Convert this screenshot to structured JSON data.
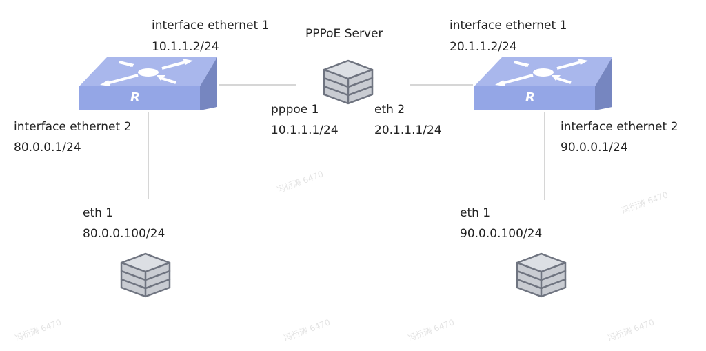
{
  "watermark": "冯衍涛 6470",
  "router_left": {
    "glyph": "R",
    "if1_name": "interface ethernet 1",
    "if1_ip": "10.1.1.2/24",
    "if2_name": "interface ethernet 2",
    "if2_ip": "80.0.0.1/24"
  },
  "router_right": {
    "glyph": "R",
    "if1_name": "interface ethernet 1",
    "if1_ip": "20.1.1.2/24",
    "if2_name": "interface ethernet 2",
    "if2_ip": "90.0.0.1/24"
  },
  "server": {
    "title": "PPPoE Server",
    "left_if_name": "pppoe 1",
    "left_if_ip": "10.1.1.1/24",
    "right_if_name": "eth 2",
    "right_if_ip": "20.1.1.1/24"
  },
  "host_left": {
    "if_name": "eth 1",
    "if_ip": "80.0.0.100/24"
  },
  "host_right": {
    "if_name": "eth 1",
    "if_ip": "90.0.0.100/24"
  },
  "colors": {
    "router_top": "#a9b7ec",
    "router_front": "#94a6e6",
    "router_side": "#7686c0",
    "server_fill": "#d3d6dc",
    "server_stroke": "#6f7480",
    "link": "#c8c8c8"
  }
}
